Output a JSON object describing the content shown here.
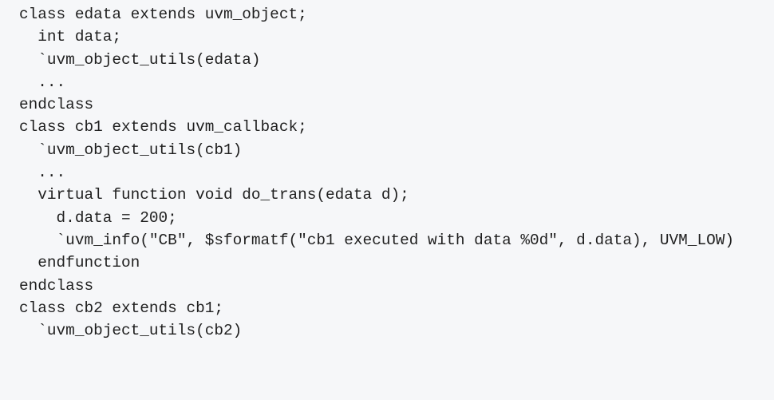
{
  "code_lines": [
    "class edata extends uvm_object;",
    "  int data;",
    "  `uvm_object_utils(edata)",
    "  ...",
    "endclass",
    "class cb1 extends uvm_callback;",
    "  `uvm_object_utils(cb1)",
    "  ...",
    "  virtual function void do_trans(edata d);",
    "    d.data = 200;",
    "    `uvm_info(\"CB\", $sformatf(\"cb1 executed with data %0d\", d.data), UVM_LOW)",
    "  endfunction",
    "endclass",
    "class cb2 extends cb1;",
    "  `uvm_object_utils(cb2)"
  ]
}
